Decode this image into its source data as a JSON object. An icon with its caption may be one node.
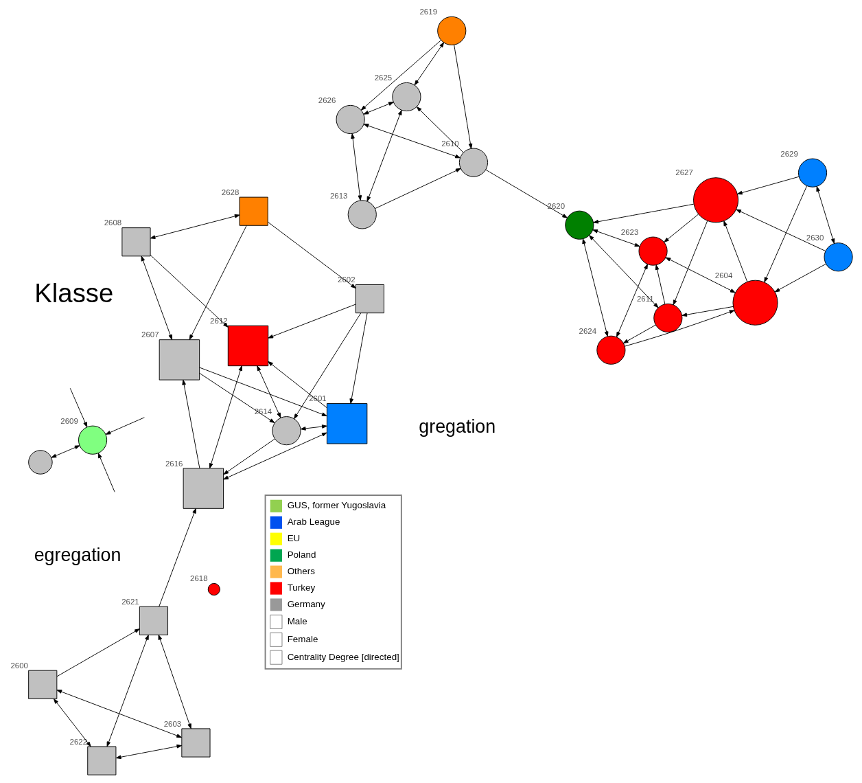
{
  "diagram": {
    "nodes": [
      {
        "text": [
          "2618"
        ]
      },
      {
        "text": [],
        "shape": "circle"
      },
      {
        "text": [
          "2609"
        ]
      },
      {
        "text": [
          "2626"
        ]
      },
      {
        "text": [
          "2625"
        ]
      },
      {
        "text": [
          "2613"
        ]
      },
      {
        "text": [
          "2619"
        ]
      },
      {
        "text": [
          "2610"
        ]
      },
      {
        "text": [
          "2623"
        ]
      },
      {
        "text": [
          "2620"
        ]
      },
      {
        "text": [
          "2627"
        ]
      },
      {
        "text": [
          "2604"
        ]
      },
      {
        "text": [
          "2611"
        ]
      },
      {
        "text": [
          "2624"
        ]
      },
      {
        "text": [
          "2629"
        ]
      },
      {
        "text": [
          "2630"
        ]
      },
      {
        "text": [
          "2614"
        ]
      },
      {
        "text": [
          "2602"
        ]
      },
      {
        "text": [
          "2601"
        ]
      },
      {
        "text": [
          "2607"
        ]
      },
      {
        "text": [
          "2628"
        ]
      },
      {
        "text": [
          "2616"
        ]
      },
      {
        "text": [
          "2608"
        ]
      },
      {
        "text": [
          "2612"
        ]
      },
      {
        "text": [
          "2621"
        ]
      },
      {
        "text": [
          "2603"
        ]
      },
      {
        "text": [
          "2622"
        ]
      },
      {
        "text": [
          "2600"
        ]
      }
    ],
    "edges": [
      {
        "from": null,
        "to": 2,
        "arrow": "to"
      },
      {
        "from": null,
        "to": 2,
        "arrow": "to"
      },
      {
        "from": null,
        "to": 2,
        "arrow": "to"
      },
      {
        "from": 1,
        "to": 2,
        "arrow": "both"
      },
      {
        "from": 3,
        "to": 4,
        "arrow": "both"
      },
      {
        "from": 3,
        "to": 5,
        "arrow": "both"
      },
      {
        "from": 3,
        "to": 7,
        "arrow": "both"
      },
      {
        "from": 6,
        "to": 3,
        "arrow": "to"
      },
      {
        "from": 5,
        "to": 4,
        "arrow": "both"
      },
      {
        "from": 5,
        "to": 7,
        "arrow": "to"
      },
      {
        "from": 7,
        "to": 4,
        "arrow": "to"
      },
      {
        "from": 4,
        "to": 6,
        "arrow": "both"
      },
      {
        "from": 6,
        "to": 7,
        "arrow": "to"
      },
      {
        "from": 7,
        "to": 9,
        "arrow": "to"
      },
      {
        "from": 8,
        "to": 9,
        "arrow": "both"
      },
      {
        "from": 10,
        "to": 8,
        "arrow": "to"
      },
      {
        "from": 10,
        "to": 9,
        "arrow": "to"
      },
      {
        "from": 8,
        "to": 11,
        "arrow": "both"
      },
      {
        "from": 8,
        "to": 13,
        "arrow": "both"
      },
      {
        "from": 12,
        "to": 8,
        "arrow": "to"
      },
      {
        "from": 10,
        "to": 12,
        "arrow": "to"
      },
      {
        "from": 9,
        "to": 13,
        "arrow": "both"
      },
      {
        "from": 9,
        "to": 12,
        "arrow": "both"
      },
      {
        "from": 11,
        "to": 10,
        "arrow": "to"
      },
      {
        "from": 11,
        "to": 12,
        "arrow": "to"
      },
      {
        "from": 13,
        "to": 11,
        "arrow": "to"
      },
      {
        "from": 12,
        "to": 13,
        "arrow": "to"
      },
      {
        "from": 15,
        "to": 11,
        "arrow": "to"
      },
      {
        "from": 15,
        "to": 10,
        "arrow": "to"
      },
      {
        "from": 14,
        "to": 11,
        "arrow": "to"
      },
      {
        "from": 14,
        "to": 10,
        "arrow": "to"
      },
      {
        "from": 15,
        "to": 14,
        "arrow": "both"
      },
      {
        "from": 17,
        "to": 16,
        "arrow": "to"
      },
      {
        "from": 17,
        "to": 18,
        "arrow": "to"
      },
      {
        "from": 17,
        "to": 23,
        "arrow": "to"
      },
      {
        "from": 20,
        "to": 17,
        "arrow": "to"
      },
      {
        "from": 20,
        "to": 19,
        "arrow": "to"
      },
      {
        "from": 20,
        "to": 22,
        "arrow": "both"
      },
      {
        "from": 19,
        "to": 16,
        "arrow": "to"
      },
      {
        "from": 19,
        "to": 18,
        "arrow": "to"
      },
      {
        "from": 19,
        "to": 22,
        "arrow": "both"
      },
      {
        "from": 22,
        "to": 23,
        "arrow": "to"
      },
      {
        "from": 23,
        "to": 16,
        "arrow": "both"
      },
      {
        "from": 16,
        "to": 18,
        "arrow": "both"
      },
      {
        "from": 16,
        "to": 21,
        "arrow": "to"
      },
      {
        "from": 21,
        "to": 19,
        "arrow": "to"
      },
      {
        "from": 18,
        "to": 21,
        "arrow": "both"
      },
      {
        "from": 18,
        "to": 23,
        "arrow": "to"
      },
      {
        "from": 23,
        "to": 21,
        "arrow": "both"
      },
      {
        "from": 24,
        "to": 21,
        "arrow": "to"
      },
      {
        "from": 25,
        "to": 24,
        "arrow": "both"
      },
      {
        "from": 25,
        "to": 26,
        "arrow": "both"
      },
      {
        "from": 25,
        "to": 27,
        "arrow": "both"
      },
      {
        "from": 27,
        "to": 24,
        "arrow": "to"
      },
      {
        "from": 24,
        "to": 26,
        "arrow": "both"
      },
      {
        "from": 27,
        "to": 26,
        "arrow": "both"
      }
    ],
    "labels": [
      "Klasse",
      "egregation",
      "gregation"
    ],
    "legend": [
      {
        "text": "GUS, former Yugoslavia",
        "color": "#92d050"
      },
      {
        "text": "Arab League",
        "color": "#0050ef"
      },
      {
        "text": "EU",
        "color": "#ffff00"
      },
      {
        "text": "Poland",
        "color": "#00a650"
      },
      {
        "text": "Others",
        "color": "#ffb84d"
      },
      {
        "text": "Turkey",
        "color": "#ff0000"
      },
      {
        "text": "Germany",
        "color": "#999999"
      },
      {
        "text": "Male"
      },
      {
        "text": "Female"
      },
      {
        "text": "Centrality Degree [directed]"
      }
    ]
  }
}
